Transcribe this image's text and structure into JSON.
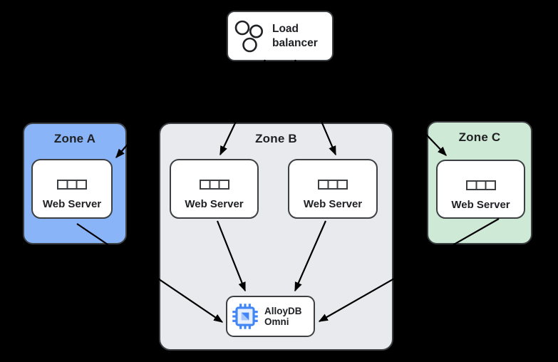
{
  "colors": {
    "background": "#000000",
    "border": "#3C4043",
    "text": "#202124",
    "arrow": "#000000",
    "node_fill": "#FFFFFF",
    "zone_a_fill": "#8AB4F8",
    "zone_b_fill": "#E8EAED",
    "zone_c_fill": "#CEEAD6",
    "alloydb_icon_blue": "#4285F4",
    "alloydb_icon_light_blue": "#A8C7FA",
    "alloydb_icon_bg": "#E8F0FE"
  },
  "nodes": {
    "load_balancer": {
      "label": "Load balancer",
      "icon": "load-balancer-icon"
    },
    "zone_a": {
      "label": "Zone A"
    },
    "zone_b": {
      "label": "Zone B"
    },
    "zone_c": {
      "label": "Zone C"
    },
    "web_server_a": {
      "label": "Web Server",
      "icon": "server-icon",
      "zone": "zone_a"
    },
    "web_server_b1": {
      "label": "Web Server",
      "icon": "server-icon",
      "zone": "zone_b"
    },
    "web_server_b2": {
      "label": "Web Server",
      "icon": "server-icon",
      "zone": "zone_b"
    },
    "web_server_c": {
      "label": "Web Server",
      "icon": "server-icon",
      "zone": "zone_c"
    },
    "alloydb": {
      "label": "AlloyDB Omni",
      "icon": "chip-icon",
      "zone": "zone_b"
    }
  },
  "edges": [
    {
      "from": "load_balancer",
      "to": "web_server_a"
    },
    {
      "from": "load_balancer",
      "to": "web_server_b1"
    },
    {
      "from": "load_balancer",
      "to": "web_server_b2"
    },
    {
      "from": "load_balancer",
      "to": "web_server_c"
    },
    {
      "from": "web_server_a",
      "to": "alloydb"
    },
    {
      "from": "web_server_b1",
      "to": "alloydb"
    },
    {
      "from": "web_server_b2",
      "to": "alloydb"
    },
    {
      "from": "web_server_c",
      "to": "alloydb"
    }
  ]
}
